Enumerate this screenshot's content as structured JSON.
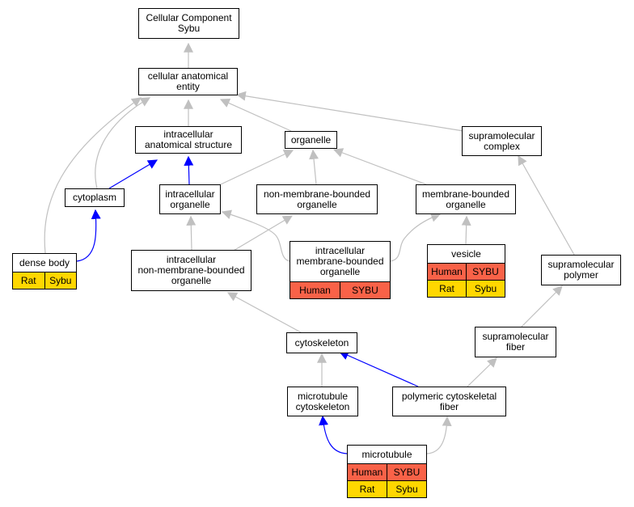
{
  "colors": {
    "edge": "#c0c0c0",
    "edge_highlight": "#0000ff",
    "annot_primary": "#f96248",
    "annot_secondary": "#ffd700"
  },
  "nodes": {
    "cellular_component": [
      "Cellular Component",
      "Sybu"
    ],
    "cellular_anatomical_entity": [
      "cellular anatomical",
      "entity"
    ],
    "intracellular_anatomical_structure": [
      "intracellular",
      "anatomical structure"
    ],
    "organelle": [
      "organelle"
    ],
    "supramolecular_complex": [
      "supramolecular",
      "complex"
    ],
    "cytoplasm": [
      "cytoplasm"
    ],
    "intracellular_organelle": [
      "intracellular",
      "organelle"
    ],
    "non_membrane_bounded_organelle": [
      "non-membrane-bounded",
      "organelle"
    ],
    "membrane_bounded_organelle": [
      "membrane-bounded",
      "organelle"
    ],
    "dense_body": {
      "label": "dense body",
      "rows": [
        [
          "Rat",
          "Sybu"
        ]
      ]
    },
    "intracellular_non_membrane_bounded_organelle": [
      "intracellular",
      "non-membrane-bounded",
      "organelle"
    ],
    "intracellular_membrane_bounded_organelle": {
      "label": [
        "intracellular",
        "membrane-bounded",
        "organelle"
      ],
      "rows": [
        [
          "Human",
          "SYBU"
        ]
      ]
    },
    "vesicle": {
      "label": "vesicle",
      "rows": [
        [
          "Human",
          "SYBU"
        ],
        [
          "Rat",
          "Sybu"
        ]
      ]
    },
    "supramolecular_polymer": [
      "supramolecular",
      "polymer"
    ],
    "cytoskeleton": [
      "cytoskeleton"
    ],
    "supramolecular_fiber": [
      "supramolecular",
      "fiber"
    ],
    "microtubule_cytoskeleton": [
      "microtubule",
      "cytoskeleton"
    ],
    "polymeric_cytoskeletal_fiber": [
      "polymeric cytoskeletal",
      "fiber"
    ],
    "microtubule": {
      "label": "microtubule",
      "rows": [
        [
          "Human",
          "SYBU"
        ],
        [
          "Rat",
          "Sybu"
        ]
      ]
    }
  }
}
